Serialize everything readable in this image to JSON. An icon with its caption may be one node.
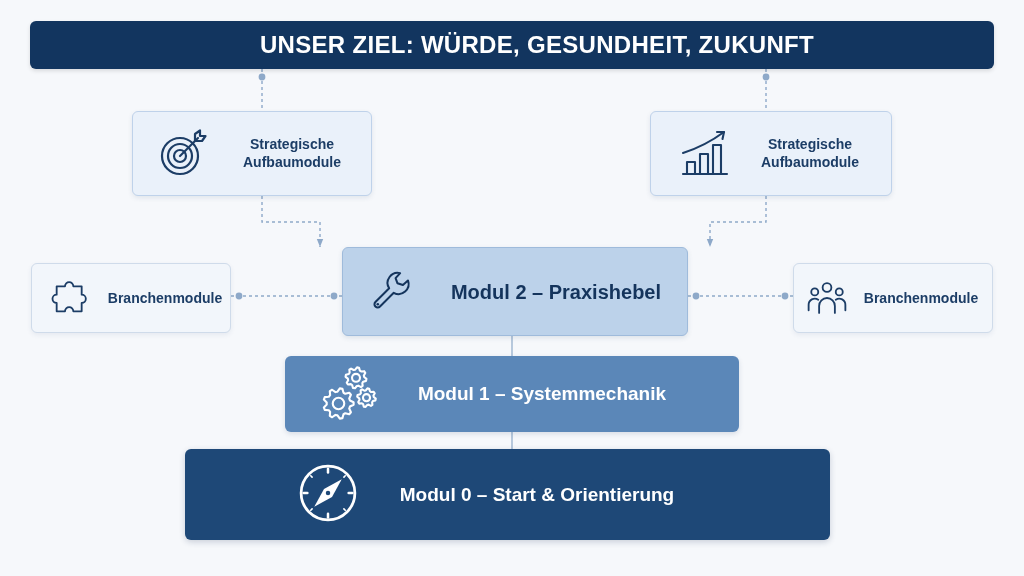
{
  "diagram": {
    "nodes": [
      {
        "text": [
          "UNSER ZIEL: WÜRDE, GESUNDHEIT, ZUKUNFT"
        ]
      },
      {
        "text": [
          "Strategische Aufbaumodule"
        ]
      },
      {
        "text": [
          "Strategische Aufbaumodule"
        ]
      },
      {
        "text": [
          "Branchenmodule"
        ]
      },
      {
        "text": [
          "Modul 2 – Praxishebel"
        ]
      },
      {
        "text": [
          "Branchenmodule"
        ]
      },
      {
        "text": [
          "Modul 1 – Systemmechanik"
        ]
      },
      {
        "text": [
          "Modul 0 – Start & Orientierung"
        ]
      }
    ],
    "edges": [
      {
        "from": 0,
        "to": 1,
        "arrow": "other",
        "style": "dashed"
      },
      {
        "from": 0,
        "to": 2,
        "arrow": "other",
        "style": "dashed"
      },
      {
        "from": 1,
        "to": 4,
        "arrow": "to",
        "style": "dashed"
      },
      {
        "from": 2,
        "to": 4,
        "arrow": "to",
        "style": "dashed"
      },
      {
        "from": 3,
        "to": 4,
        "arrow": "other",
        "style": "dashed"
      },
      {
        "from": 5,
        "to": 4,
        "arrow": "other",
        "style": "dashed"
      },
      {
        "from": 4,
        "to": 6,
        "arrow": "none"
      },
      {
        "from": 6,
        "to": 7,
        "arrow": "none"
      }
    ]
  }
}
